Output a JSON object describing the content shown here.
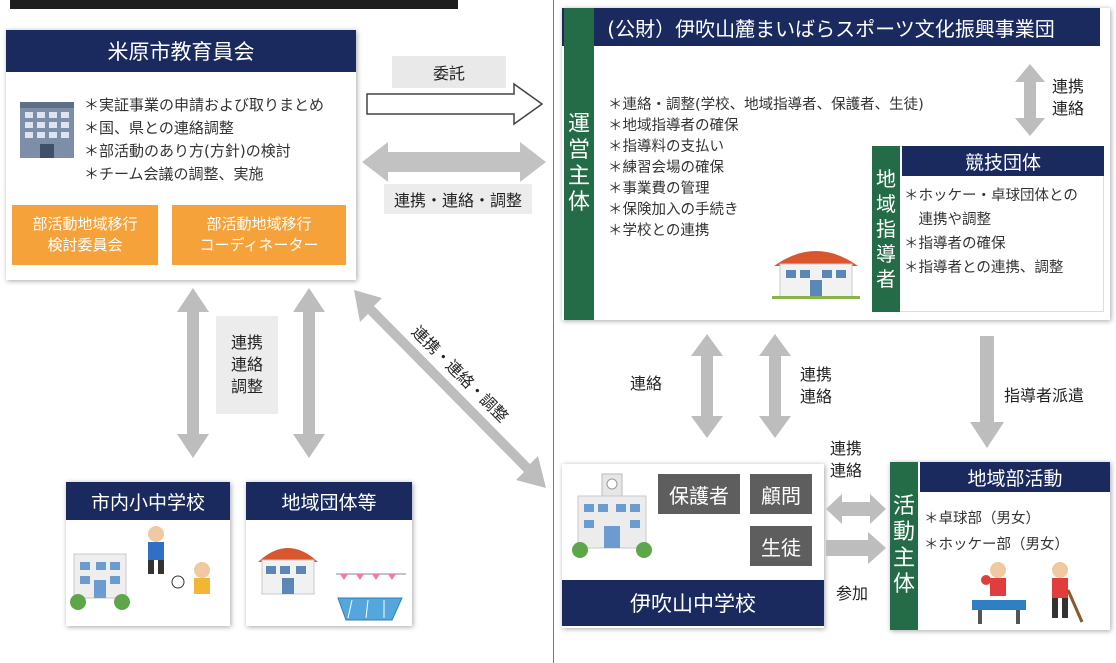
{
  "city_board": {
    "title": "米原市教育員会",
    "duties": [
      "＊実証事業の申請および取りまとめ",
      "＊国、県との連絡調整",
      "＊部活動のあり方(方針)の検討",
      "＊チーム会議の調整、実施"
    ],
    "committee": "部活動地域移行\n検討委員会",
    "coordinator": "部活動地域移行\nコーディネーター"
  },
  "foundation": {
    "title": "(公財）伊吹山麓まいばらスポーツ文化振興事業団",
    "side_label": "運営主体",
    "duties": [
      "＊連絡・調整(学校、地域指導者、保護者、生徒)",
      "＊地域指導者の確保",
      "＊指導料の支払い",
      "＊練習会場の確保",
      "＊事業費の管理",
      "＊保険加入の手続き",
      "＊学校との連携"
    ]
  },
  "sports_group": {
    "title": "競技団体",
    "side_label": "地域指導者",
    "duties": [
      "＊ホッケー・卓球団体との",
      "　連携や調整",
      "＊指導者の確保",
      "＊指導者との連携、調整"
    ]
  },
  "schools": {
    "title": "市内小中学校"
  },
  "local_groups": {
    "title": "地域団体等"
  },
  "ibuki_school": {
    "title": "伊吹山中学校",
    "guardian": "保護者",
    "advisor": "顧問",
    "student": "生徒"
  },
  "local_club": {
    "title": "地域部活動",
    "side_label": "活動主体",
    "items": [
      "＊卓球部（男女）",
      "＊ホッケー部（男女）"
    ]
  },
  "arrows": {
    "commission": "委託",
    "coord_horizontal": "連携・連絡・調整",
    "coord_vertical": "連携\n連絡\n調整",
    "coord_diagonal": "連携・連絡・調整",
    "renraku": "連絡",
    "renkei_renraku": "連携\n連絡",
    "renkei_renraku_top": "連携\n連絡",
    "renkei_renraku_school": "連携\n連絡",
    "dispatch": "指導者派遣",
    "participate": "参加"
  },
  "colors": {
    "navy": "#1a2a5e",
    "green": "#246b47",
    "orange": "#f6a23a",
    "gray_arrow": "#bdbdbd",
    "gray_box": "#5e5e5e"
  }
}
